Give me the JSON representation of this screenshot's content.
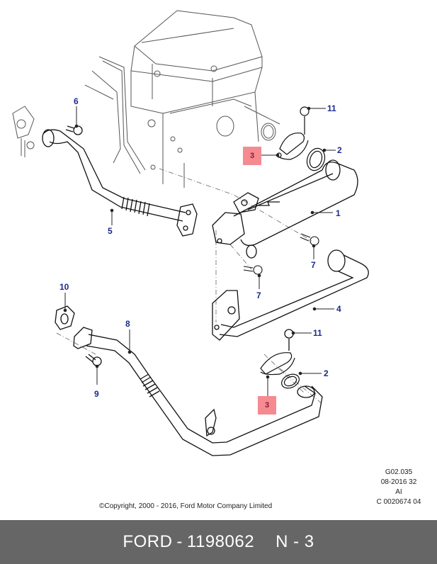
{
  "diagram": {
    "title": "EGR cooler and pipes assembly",
    "callouts": [
      {
        "id": "c1",
        "label": "1",
        "highlighted": false
      },
      {
        "id": "c2a",
        "label": "2",
        "highlighted": false
      },
      {
        "id": "c2b",
        "label": "2",
        "highlighted": false
      },
      {
        "id": "c3a",
        "label": "3",
        "highlighted": true
      },
      {
        "id": "c3b",
        "label": "3",
        "highlighted": true
      },
      {
        "id": "c4",
        "label": "4",
        "highlighted": false
      },
      {
        "id": "c5",
        "label": "5",
        "highlighted": false
      },
      {
        "id": "c6",
        "label": "6",
        "highlighted": false
      },
      {
        "id": "c7a",
        "label": "7",
        "highlighted": false
      },
      {
        "id": "c7b",
        "label": "7",
        "highlighted": false
      },
      {
        "id": "c8",
        "label": "8",
        "highlighted": false
      },
      {
        "id": "c9",
        "label": "9",
        "highlighted": false
      },
      {
        "id": "c10",
        "label": "10",
        "highlighted": false
      },
      {
        "id": "c11a",
        "label": "11",
        "highlighted": false
      },
      {
        "id": "c11b",
        "label": "11",
        "highlighted": false
      }
    ],
    "colors": {
      "callout_text": "#1c2a8c",
      "highlight_bg": "#f58a90",
      "highlight_text": "#8b1a3a",
      "line": "#222222"
    },
    "meta_lines": [
      "G02.035",
      "08-2016 32",
      "AI",
      "C 0020674 04"
    ],
    "copyright": "©Copyright, 2000 - 2016, Ford Motor Company Limited"
  },
  "footer": {
    "brand": "FORD",
    "separator": "-",
    "part_number": "1198062",
    "position_label": "N - 3",
    "background": "#666666"
  }
}
